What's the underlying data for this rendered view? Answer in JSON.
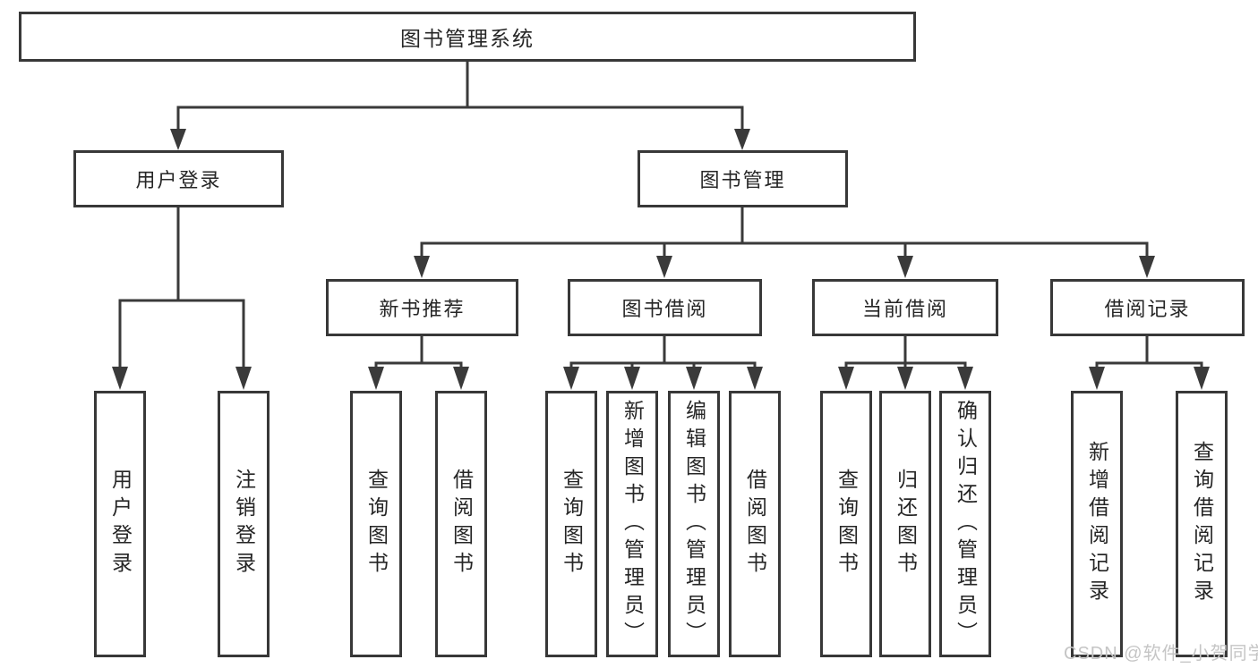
{
  "nodes": {
    "root": "图书管理系统",
    "user_login": "用户登录",
    "book_mgmt": "图书管理",
    "new_books": "新书推荐",
    "book_borrow": "图书借阅",
    "current_borrow": "当前借阅",
    "borrow_records": "借阅记录",
    "leaf_login": "用户登录",
    "leaf_logout": "注销登录",
    "nb_query": "查询图书",
    "nb_borrow": "借阅图书",
    "bb_query": "查询图书",
    "bb_add": "新增图书（管理员）",
    "bb_edit": "编辑图书（管理员）",
    "bb_borrow": "借阅图书",
    "cb_query": "查询图书",
    "cb_return": "归还图书",
    "cb_confirm": "确认归还（管理员）",
    "br_add": "新增借阅记录",
    "br_query": "查询借阅记录"
  },
  "watermark": "CSDN @软件_小贺同学",
  "colors": {
    "line": "#3a3a3a",
    "text": "#262626",
    "watermark": "#c5c5c5",
    "background": "#ffffff"
  }
}
